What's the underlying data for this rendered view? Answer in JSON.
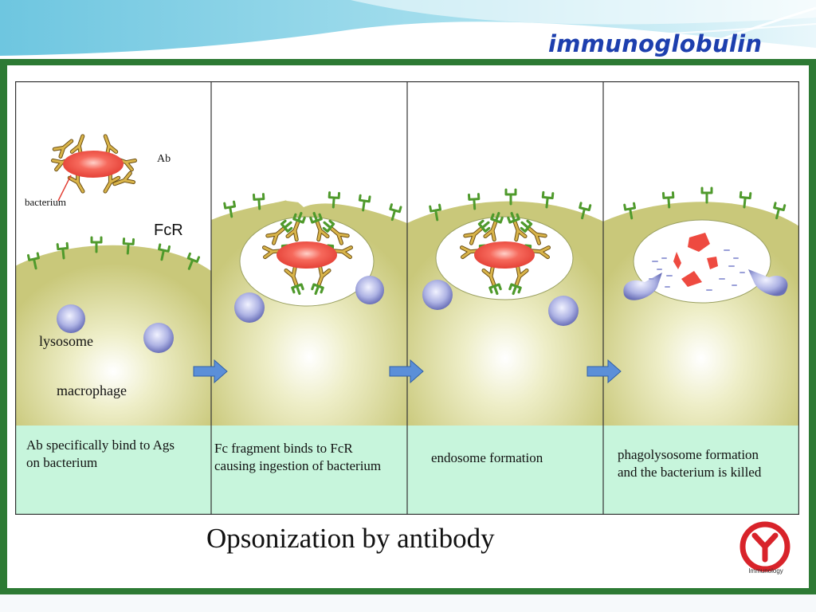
{
  "slide": {
    "title": "immunoglobulin"
  },
  "figure": {
    "title": "Opsonization by antibody",
    "labels": {
      "ab": "Ab",
      "bacterium": "bacterium",
      "fcr": "FcR",
      "lysosome": "lysosome",
      "macrophage": "macrophage"
    },
    "captions": [
      "Ab specifically bind to Ags\non bacterium",
      "Fc fragment binds to FcR\ncausing ingestion of bacterium",
      "endosome formation",
      "phagolysosome formation\nand the bacterium is killed"
    ],
    "logo_text": "Immunology"
  },
  "colors": {
    "frame": "#2d7a34",
    "cytoplasm": "#c9c87a",
    "caption_band": "#c7f5dc",
    "bacterium": "#ee4a40",
    "antibody": "#c9a23a",
    "receptor": "#4f9a2c",
    "lysosome": "#9aa0d8",
    "arrow": "#5b8fd8",
    "title_blue": "#1d3fae",
    "logo_red": "#d8232a"
  }
}
